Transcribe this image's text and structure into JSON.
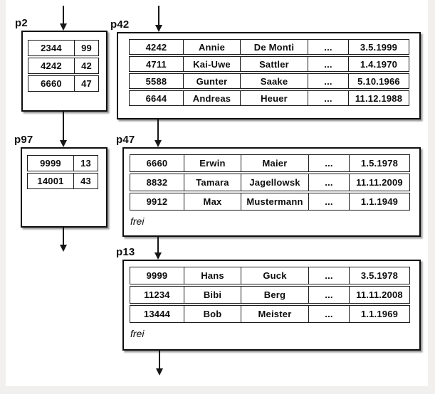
{
  "pages": {
    "p2": {
      "label": "p2",
      "rows": [
        [
          "2344",
          "99"
        ],
        [
          "4242",
          "42"
        ],
        [
          "6660",
          "47"
        ]
      ]
    },
    "p42": {
      "label": "p42",
      "rows": [
        [
          "4242",
          "Annie",
          "De Monti",
          "...",
          "3.5.1999"
        ],
        [
          "4711",
          "Kai-Uwe",
          "Sattler",
          "...",
          "1.4.1970"
        ],
        [
          "5588",
          "Gunter",
          "Saake",
          "...",
          "5.10.1966"
        ],
        [
          "6644",
          "Andreas",
          "Heuer",
          "...",
          "11.12.1988"
        ]
      ]
    },
    "p97": {
      "label": "p97",
      "rows": [
        [
          "9999",
          "13"
        ],
        [
          "14001",
          "43"
        ]
      ]
    },
    "p47": {
      "label": "p47",
      "rows": [
        [
          "6660",
          "Erwin",
          "Maier",
          "...",
          "1.5.1978"
        ],
        [
          "8832",
          "Tamara",
          "Jagellowsk",
          "...",
          "11.11.2009"
        ],
        [
          "9912",
          "Max",
          "Mustermann",
          "...",
          "1.1.1949"
        ]
      ],
      "footer": "frei"
    },
    "p13": {
      "label": "p13",
      "rows": [
        [
          "9999",
          "Hans",
          "Guck",
          "...",
          "3.5.1978"
        ],
        [
          "11234",
          "Bibi",
          "Berg",
          "...",
          "11.11.2008"
        ],
        [
          "13444",
          "Bob",
          "Meister",
          "...",
          "1.1.1969"
        ]
      ],
      "footer": "frei"
    }
  }
}
